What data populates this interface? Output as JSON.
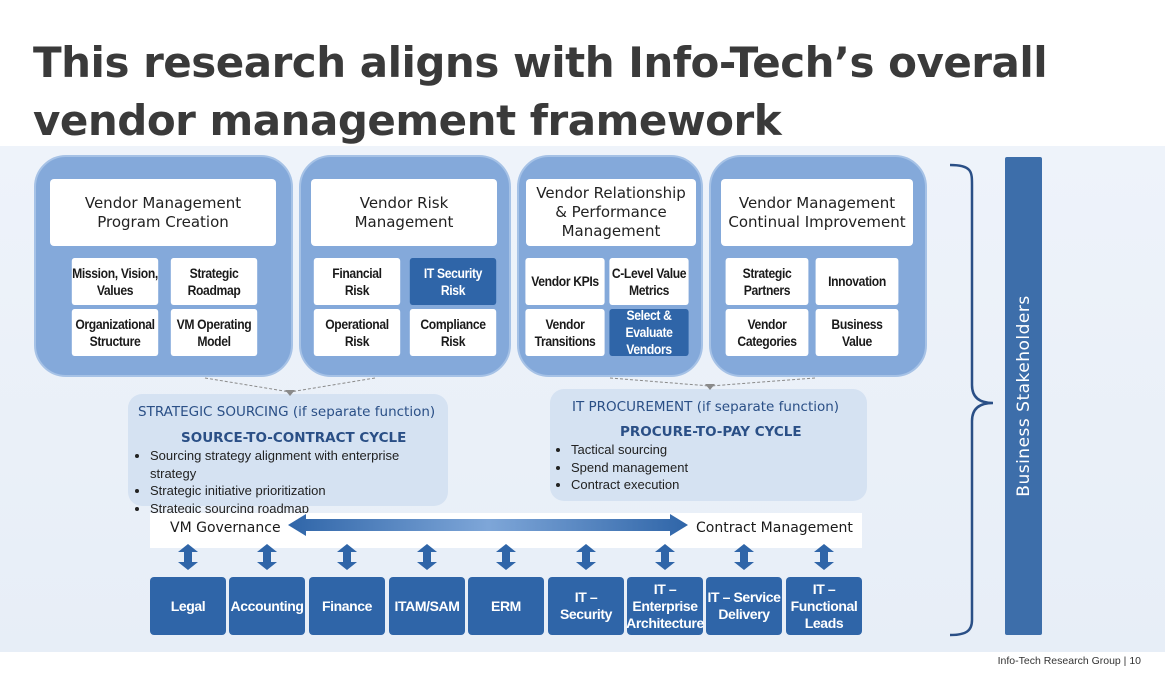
{
  "title": {
    "line1": "This research aligns with Info-Tech’s overall",
    "line2": "vendor management framework"
  },
  "panels": [
    {
      "title": "Vendor Management\nProgram Creation",
      "cells": [
        "Mission, Vision,\nValues",
        "Strategic\nRoadmap",
        "Organizational\nStructure",
        "VM Operating\nModel"
      ]
    },
    {
      "title": "Vendor Risk\nManagement",
      "cells": [
        "Financial\nRisk",
        "IT Security\nRisk",
        "Operational\nRisk",
        "Compliance\nRisk"
      ]
    },
    {
      "title": "Vendor Relationship\n& Performance\nManagement",
      "cells": [
        "Vendor KPIs",
        "C-Level Value\nMetrics",
        "Vendor\nTransitions",
        "Select &\nEvaluate\nVendors"
      ]
    },
    {
      "title": "Vendor Management\nContinual Improvement",
      "cells": [
        "Strategic\nPartners",
        "Innovation",
        "Vendor\nCategories",
        "Business\nValue"
      ]
    }
  ],
  "strategic_sourcing": {
    "title": "STRATEGIC SOURCING (if separate function)",
    "subtitle": "SOURCE-TO-CONTRACT CYCLE",
    "bullets": [
      "Sourcing strategy alignment with enterprise strategy",
      "Strategic initiative prioritization",
      "Strategic sourcing roadmap"
    ]
  },
  "it_procurement": {
    "title": "IT PROCUREMENT (if separate function)",
    "subtitle": "PROCURE-TO-PAY CYCLE",
    "bullets": [
      "Tactical sourcing",
      "Spend management",
      "Contract execution"
    ]
  },
  "governance": {
    "left": "VM Governance",
    "right": "Contract Management"
  },
  "departments": [
    "Legal",
    "Accounting",
    "Finance",
    "ITAM/SAM",
    "ERM",
    "IT – Security",
    "IT –\nEnterprise\nArchitecture",
    "IT – Service\nDelivery",
    "IT –\nFunctional\nLeads"
  ],
  "stakeholders": "Business Stakeholders",
  "footer": "Info-Tech Research Group   |   10",
  "colors": {
    "panel": "#84a9da",
    "dark_cell": "#2f65a8",
    "process_box": "#d5e2f2",
    "stakeholder_bar": "#3d6eaa"
  }
}
